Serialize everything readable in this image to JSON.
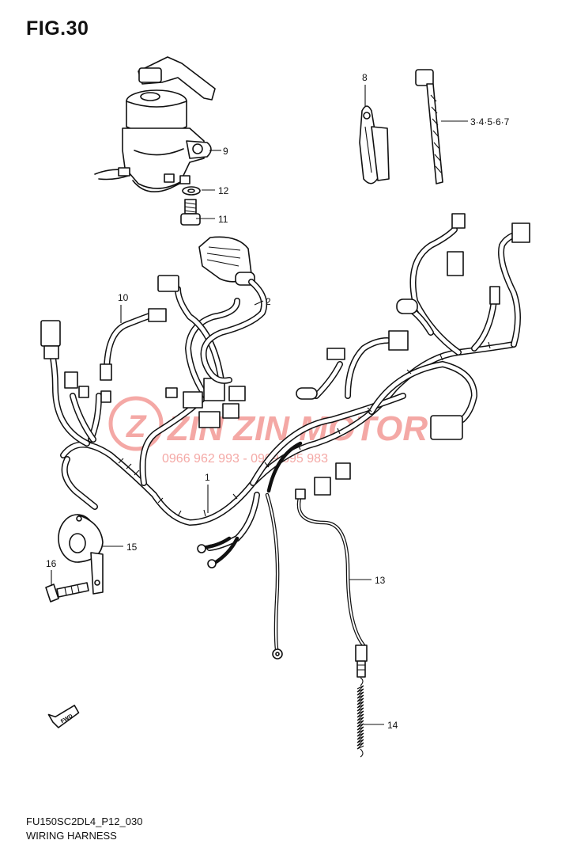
{
  "figure": {
    "title": "FIG.30",
    "code": "FU150SC2DL4_P12_030",
    "caption": "WIRING HARNESS"
  },
  "callouts": [
    {
      "id": "c1",
      "text": "1"
    },
    {
      "id": "c2",
      "text": "2"
    },
    {
      "id": "c3",
      "text": "3·4·5·6·7"
    },
    {
      "id": "c8",
      "text": "8"
    },
    {
      "id": "c9",
      "text": "9"
    },
    {
      "id": "c10",
      "text": "10"
    },
    {
      "id": "c11",
      "text": "11"
    },
    {
      "id": "c12",
      "text": "12"
    },
    {
      "id": "c13",
      "text": "13"
    },
    {
      "id": "c14",
      "text": "14"
    },
    {
      "id": "c15",
      "text": "15"
    },
    {
      "id": "c16",
      "text": "16"
    }
  ],
  "watermark": {
    "brand": "ZIN ZIN MOTOR",
    "phone": "0966 962 993 - 0909 695 983",
    "color": "#e8413a"
  },
  "fwd_label": "FWD"
}
